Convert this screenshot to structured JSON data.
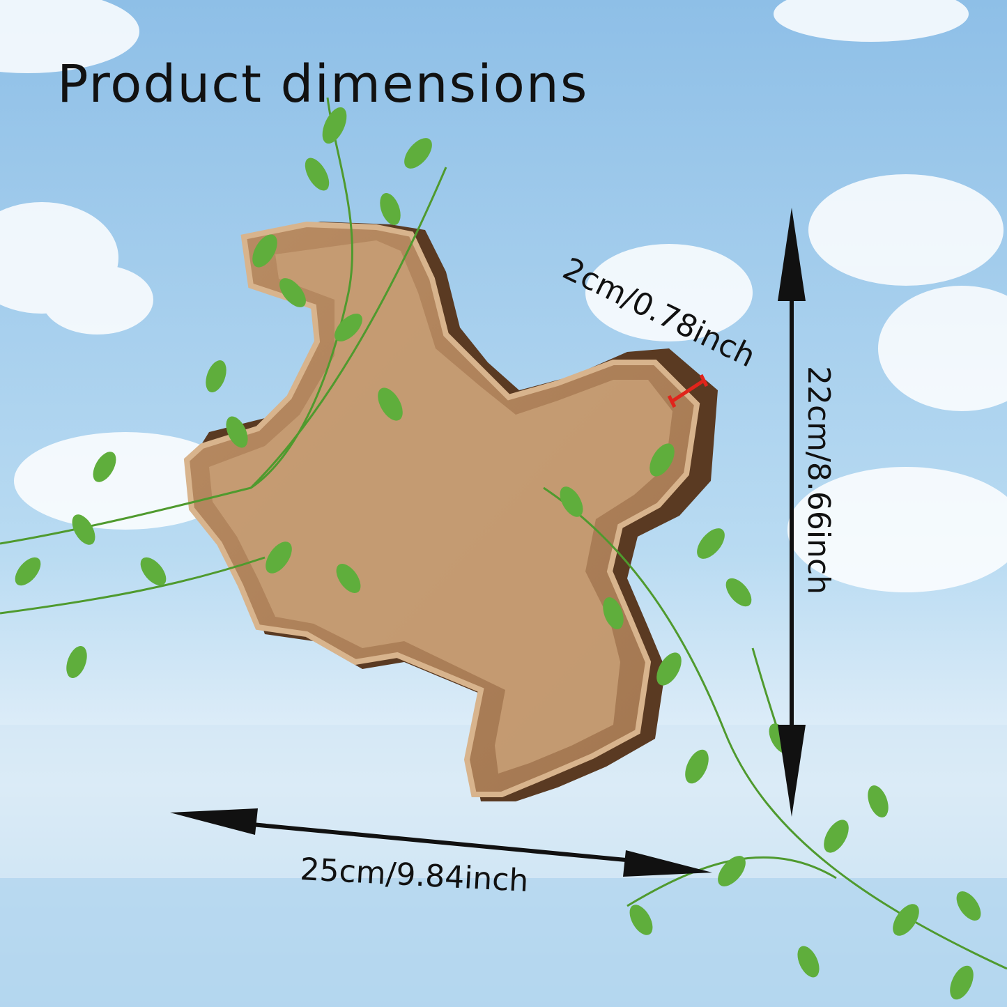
{
  "title": "Product dimensions",
  "dimensions": {
    "thickness": "2cm/0.78inch",
    "height": "22cm/8.66inch",
    "width": "25cm/9.84inch"
  },
  "colors": {
    "sky_top": "#8fc0e8",
    "sky_bottom": "#d8ecf7",
    "wood_light": "#c49a72",
    "wood_dark": "#5a3a22",
    "leaf_green": "#5fae3c",
    "arrow": "#111111",
    "thickness_marker": "#e0241b"
  },
  "icons": [
    "wooden-tray-illustration",
    "green-vine-leaves",
    "double-headed-arrow"
  ]
}
